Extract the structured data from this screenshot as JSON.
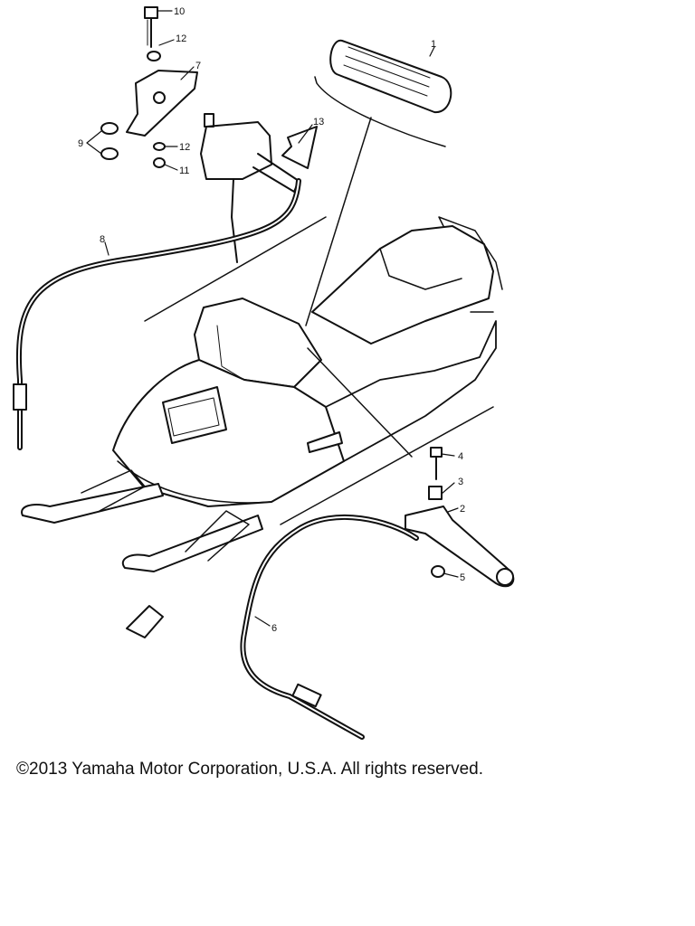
{
  "diagram": {
    "callouts": {
      "c1": "1",
      "c2": "2",
      "c3": "3",
      "c4": "4",
      "c5": "5",
      "c6": "6",
      "c7": "7",
      "c8": "8",
      "c9": "9",
      "c10": "10",
      "c11": "11",
      "c12a": "12",
      "c12b": "12",
      "c13": "13"
    }
  },
  "footer": {
    "copyright": "©2013 Yamaha Motor Corporation, U.S.A. All rights reserved."
  },
  "colors": {
    "ink": "#111111",
    "paper": "#ffffff"
  }
}
